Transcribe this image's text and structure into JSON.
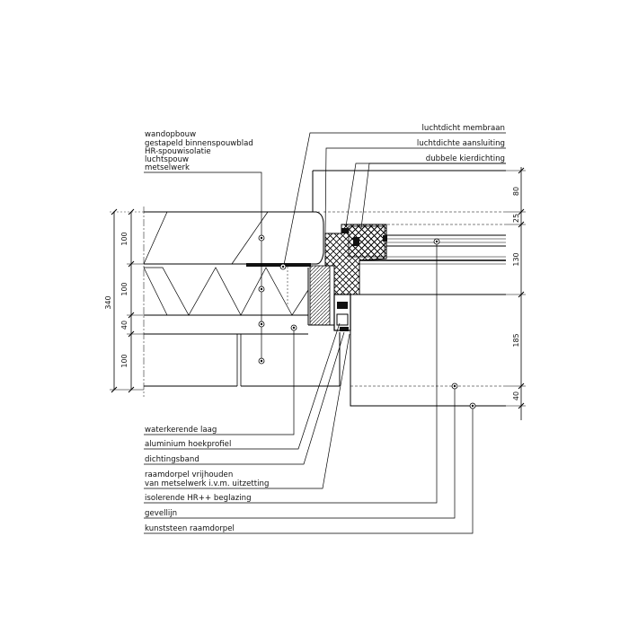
{
  "labels": {
    "left_stack": [
      "wandopbouw",
      "gestapeld binnenspouwblad",
      "HR-spouwisolatie",
      "luchtspouw",
      "metselwerk"
    ],
    "top_right": [
      "luchtdicht membraan",
      "luchtdichte aansluiting",
      "dubbele kierdichting"
    ],
    "bottom": [
      [
        "waterkerende laag"
      ],
      [
        "aluminium hoekprofiel"
      ],
      [
        "dichtingsband"
      ],
      [
        "raamdorpel vrijhouden",
        "van metselwerk i.v.m. uitzetting"
      ],
      [
        "isolerende HR++ beglazing"
      ],
      [
        "gevellijn"
      ],
      [
        "kunststeen raamdorpel"
      ]
    ]
  },
  "dimensions": {
    "left_total": "340",
    "left_segments": [
      "100",
      "100",
      "40",
      "100"
    ],
    "right_segments": [
      "80",
      "25",
      "130",
      "185",
      "40"
    ]
  },
  "colors": {
    "line": "#000000",
    "fill_dark": "#111111",
    "hatch": "#000000"
  }
}
